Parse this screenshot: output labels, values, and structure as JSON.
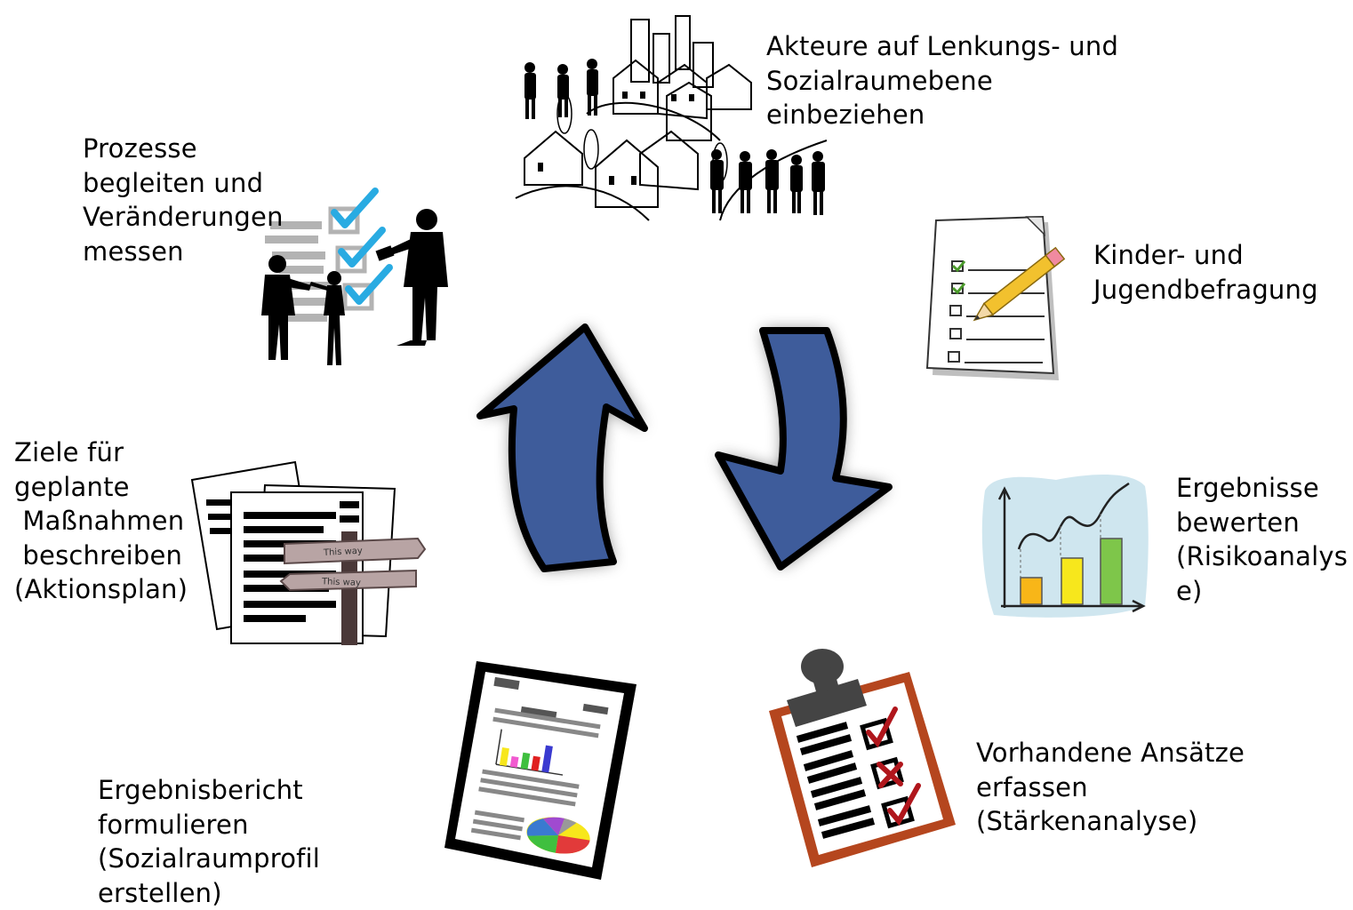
{
  "steps": [
    {
      "id": "akteure",
      "text": "Akteure auf Lenkungs- und\nSozialraumebene\neinbeziehen",
      "icon": "town-people-icon"
    },
    {
      "id": "befragung",
      "text": "Kinder- und\nJugendbefragung",
      "icon": "checklist-pencil-icon"
    },
    {
      "id": "bewerten",
      "text": "Ergebnisse\nbewerten\n(Risikoanalys\ne)",
      "icon": "growth-chart-icon"
    },
    {
      "id": "ansaetze",
      "text": "Vorhandene Ansätze\nerfassen\n(Stärkenanalyse)",
      "icon": "clipboard-checklist-icon"
    },
    {
      "id": "bericht",
      "text": "Ergebnisbericht\nformulieren\n(Sozialraumprofil\nerstellen)",
      "icon": "report-document-icon"
    },
    {
      "id": "ziele",
      "text": "Ziele für\ngeplante\n Maßnahmen\n beschreiben\n(Aktionsplan)",
      "icon": "documents-signpost-icon"
    },
    {
      "id": "prozesse",
      "text": "Prozesse\nbegleiten und\nVeränderungen\nmessen",
      "icon": "people-checklist-icon"
    }
  ],
  "signpost": {
    "top": "This way",
    "bottom": "This way"
  },
  "cycle": {
    "arrow_color": "#3e5c9b",
    "outline_color": "#000000"
  },
  "colors": {
    "check_blue": "#29abe2",
    "clipboard_brown": "#b5461e",
    "check_red": "#b0161c",
    "chart_bg": "#cfe6ef"
  }
}
